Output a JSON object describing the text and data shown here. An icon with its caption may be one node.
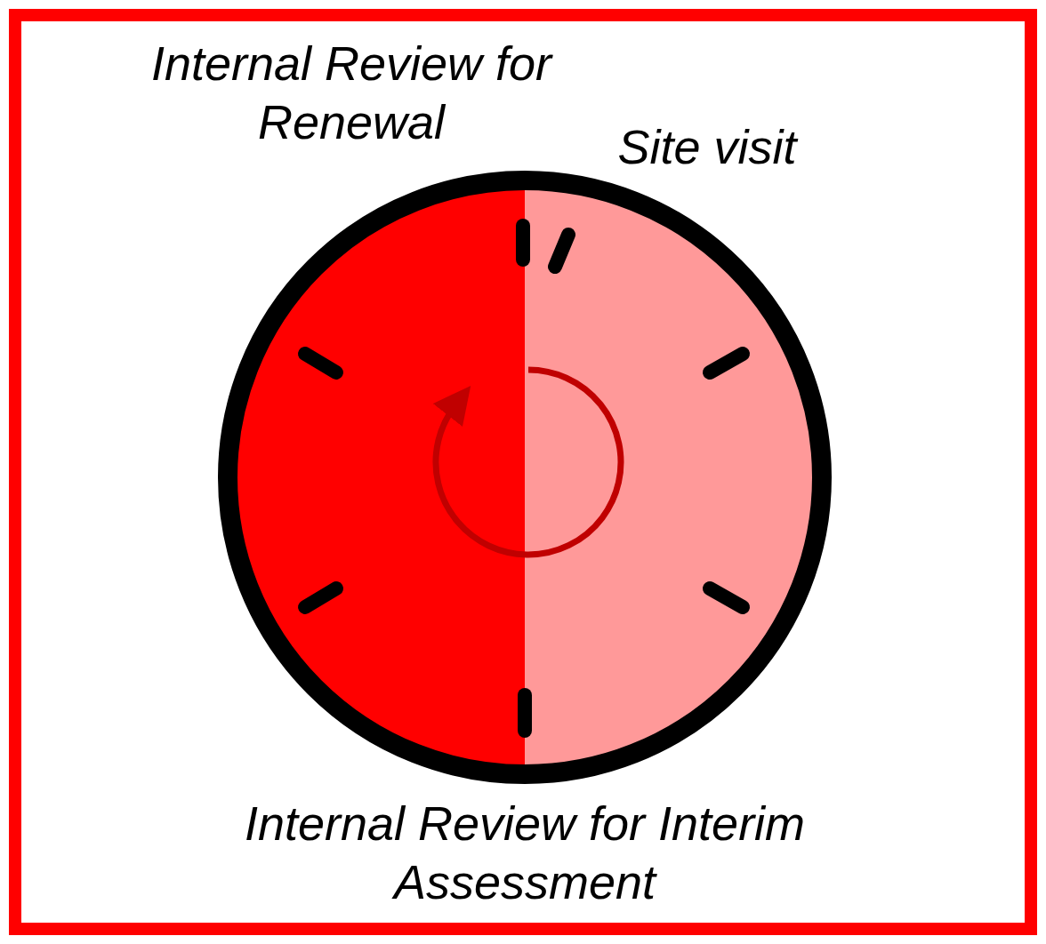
{
  "diagram": {
    "labels": [
      "Internal Review for Renewal",
      "Site visit",
      "Internal Review for Interim Assessment"
    ]
  }
}
